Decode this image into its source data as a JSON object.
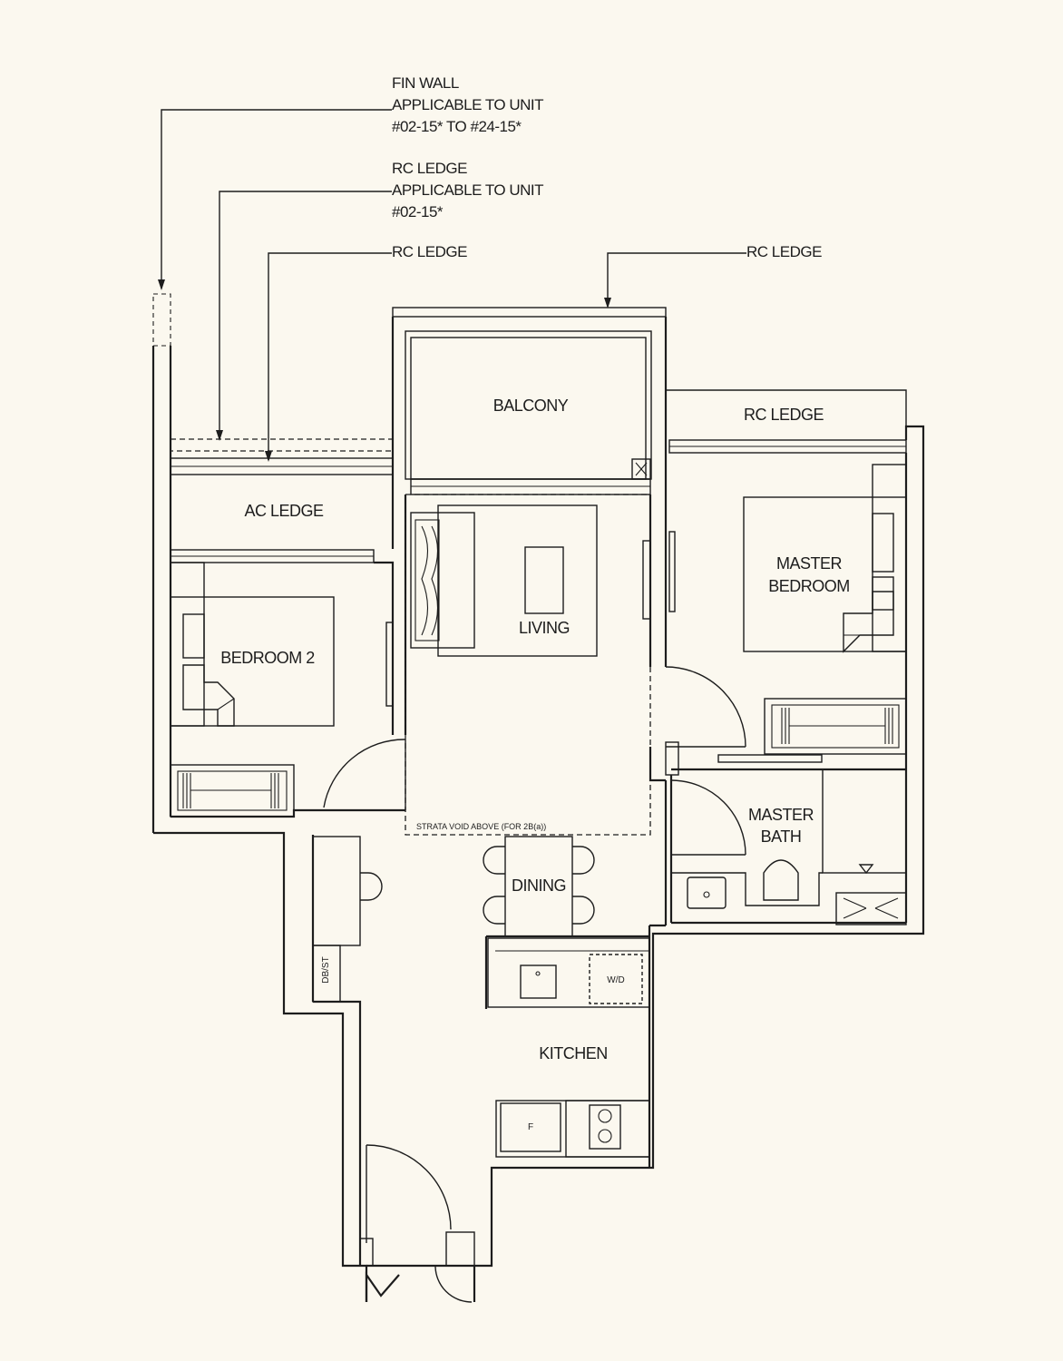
{
  "callouts": {
    "fin_wall": [
      "FIN WALL",
      "APPLICABLE TO UNIT",
      "#02-15* TO #24-15*"
    ],
    "rc_ledge_unit": [
      "RC LEDGE",
      "APPLICABLE TO UNIT",
      "#02-15*"
    ],
    "rc_ledge_left": "RC LEDGE",
    "rc_ledge_top": "RC LEDGE"
  },
  "rooms": {
    "balcony": "BALCONY",
    "rc_ledge": "RC LEDGE",
    "ac_ledge": "AC LEDGE",
    "living": "LIVING",
    "master_bedroom": [
      "MASTER",
      "BEDROOM"
    ],
    "bedroom_2": "BEDROOM 2",
    "master_bath": [
      "MASTER",
      "BATH"
    ],
    "dining": "DINING",
    "kitchen": "KITCHEN"
  },
  "fixtures": {
    "strata_void": "STRATA VOID ABOVE (FOR 2B(a))",
    "db_st": "DB/ST",
    "washer_dryer": "W/D",
    "fridge": "F"
  },
  "colors": {
    "background": "#fbf8ef",
    "line": "#1d1d1d"
  }
}
